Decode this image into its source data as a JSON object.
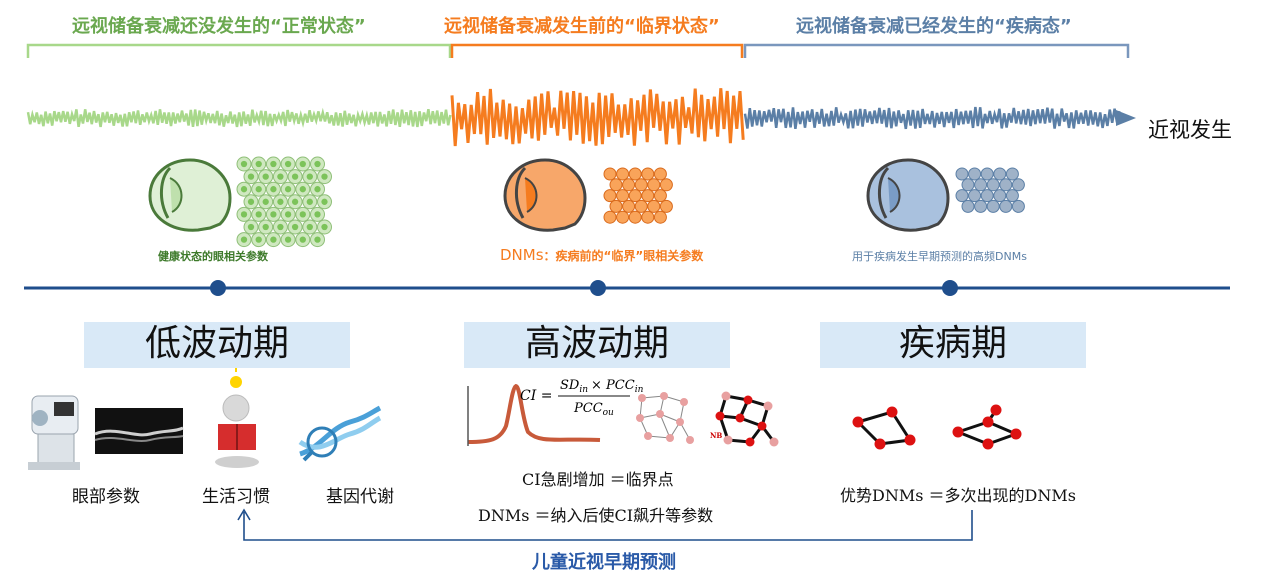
{
  "stages": {
    "normal": {
      "title": "远视储备衰减还没发生的“正常状态”",
      "color": "#6aa84f"
    },
    "critical": {
      "title": "远视储备衰减发生前的“临界状态”",
      "color": "#f57c1f"
    },
    "disease": {
      "title": "远视储备衰减已经发生的“疾病态”",
      "color": "#5b7fa6"
    }
  },
  "onset_label": "近视发生",
  "middle_captions": {
    "normal": "健康状态的眼相关参数",
    "critical_prefix": "DNMs",
    "critical_rest": "：疾病前的“临界”眼相关参数",
    "disease": "用于疾病发生早期预测的高频DNMs"
  },
  "phases": {
    "low": "低波动期",
    "high": "高波动期",
    "disease": "疾病期"
  },
  "low_items": {
    "eye_params": "眼部参数",
    "lifestyle": "生活习惯",
    "genetics": "基因代谢"
  },
  "formula": {
    "lhs": "CI =",
    "num": "SD",
    "num_sub": "in",
    "times": "× PCC",
    "times_sub": "in",
    "den": "PCC",
    "den_sub": "ou"
  },
  "network_label": "NB",
  "high_lines": {
    "line1": "CI急剧增加 ＝临界点",
    "line2": "DNMs ＝纳入后使CI飙升等参数"
  },
  "disease_line": "优势DNMs ＝多次出现的DNMs",
  "bottom_label": "儿童近视早期预测",
  "colors": {
    "timeline": "#1f4e8c",
    "green": "#a8d88a",
    "orange": "#f57c1f",
    "blue": "#5b7fa6",
    "phase_bg": "#d9e9f7",
    "bottom_text": "#2a5aa8"
  }
}
